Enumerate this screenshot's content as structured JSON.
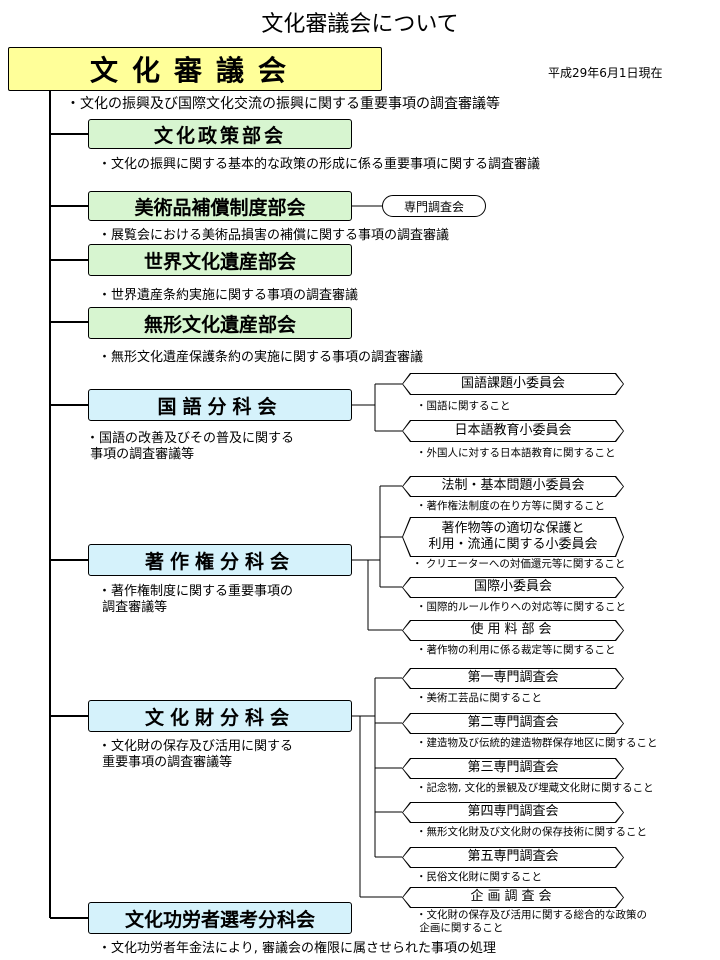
{
  "title": "文化審議会について",
  "date": "平成29年6月1日現在",
  "root": {
    "label": "文化審議会",
    "desc": "・文化の振興及び国際文化交流の振興に関する重要事項の調査審議等"
  },
  "bukai": [
    {
      "label": "文化政策部会",
      "desc": "・文化の振興に関する基本的な政策の形成に係る重要事項に関する調査審議"
    },
    {
      "label": "美術品補償制度部会",
      "desc": "・展覧会における美術品損害の補償に関する事項の調査審議",
      "extra": "専門調査会"
    },
    {
      "label": "世界文化遺産部会",
      "desc": "・世界遺産条約実施に関する事項の調査審議"
    },
    {
      "label": "無形文化遺産部会",
      "desc": "・無形文化遺産保護条約の実施に関する事項の調査審議"
    }
  ],
  "bunkakai": [
    {
      "label": "国語分科会",
      "desc": "・国語の改善及びその普及に関する\n 事項の調査審議等",
      "subs": [
        {
          "label": "国語課題小委員会",
          "desc": "・国語に関すること"
        },
        {
          "label": "日本語教育小委員会",
          "desc": "・外国人に対する日本語教育に関すること"
        }
      ]
    },
    {
      "label": "著作権分科会",
      "desc": "・著作権制度に関する重要事項の\n 調査審議等",
      "subs": [
        {
          "label": "法制・基本問題小委員会",
          "desc": "・著作権法制度の在り方等に関すること"
        },
        {
          "label": "著作物等の適切な保護と\n利用・流通に関する小委員会",
          "desc": "・ クリエーターへの対価還元等に関すること"
        },
        {
          "label": "国際小委員会",
          "desc": "・国際的ルール作りへの対応等に関すること"
        },
        {
          "label": "使用料部会",
          "desc": "・著作物の利用に係る裁定等に関すること"
        }
      ]
    },
    {
      "label": "文化財分科会",
      "desc": "・文化財の保存及び活用に関する\n 重要事項の調査審議等",
      "subs": [
        {
          "label": "第一専門調査会",
          "desc": "・美術工芸品に関すること"
        },
        {
          "label": "第二専門調査会",
          "desc": "・建造物及び伝統的建造物群保存地区に関すること"
        },
        {
          "label": "第三専門調査会",
          "desc": "・記念物, 文化的景観及び埋蔵文化財に関すること"
        },
        {
          "label": "第四専門調査会",
          "desc": "・無形文化財及び文化財の保存技術に関すること"
        },
        {
          "label": "第五専門調査会",
          "desc": "・民俗文化財に関すること"
        },
        {
          "label": "企画調査会",
          "desc": "・文化財の保存及び活用に関する総合的な政策の\n 企画に関すること"
        }
      ]
    },
    {
      "label": "文化功労者選考分科会",
      "desc": "・文化功労者年金法により, 審議会の権限に属させられた事項の処理"
    }
  ]
}
